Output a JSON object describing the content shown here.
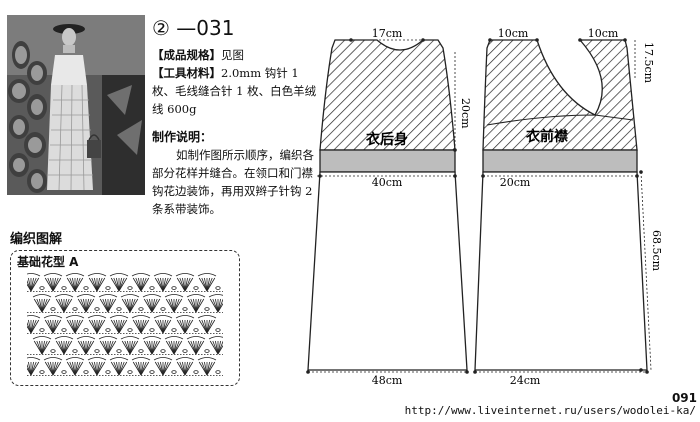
{
  "pattern_number": "② —031",
  "specs": {
    "size_label": "【成品规格】",
    "size_value": "见图",
    "materials_label": "【工具材料】",
    "materials_value": "2.0mm 钩针 1 枚、毛线缝合针 1 枚、白色羊绒线 600g"
  },
  "instructions": {
    "title": "制作说明：",
    "body": "如制作图所示顺序，编织各部分花样并缝合。在领口和门襟钩花边装饰，再用双辫子针钩 2 条系带装饰。"
  },
  "chart_section": {
    "title": "编织图解",
    "pattern_label": "基础花型 A"
  },
  "diagram": {
    "back_label": "衣后身",
    "front_label": "衣前襟",
    "neck_back": "17cm",
    "shoulder_left": "10cm",
    "shoulder_right": "10cm",
    "neck_depth": "17.5cm",
    "yoke_height": "20cm",
    "waist_back": "40cm",
    "waist_front": "20cm",
    "skirt_length": "68.5cm",
    "hem_back": "48cm",
    "hem_front": "24cm"
  },
  "page_number": "091",
  "footer_url": "http://www.liveinternet.ru/users/wodolei-ka/"
}
